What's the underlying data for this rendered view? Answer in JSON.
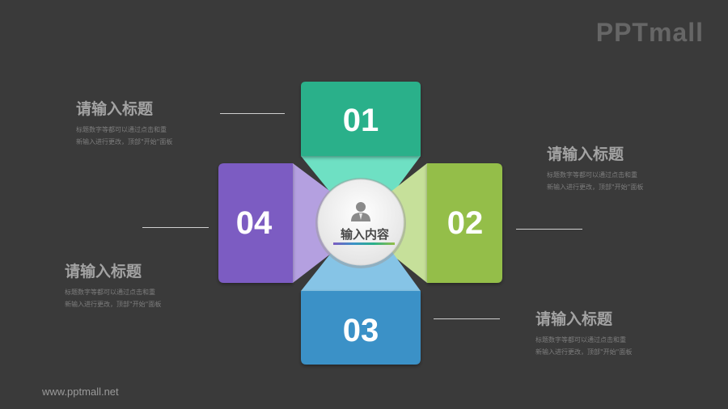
{
  "logo": "PPTmall",
  "footer_url": "www.pptmall.net",
  "center": {
    "label": "输入内容",
    "icon": "person-icon"
  },
  "segments": [
    {
      "number": "01",
      "color": "#2ab08a",
      "accent": "#6ee0c3"
    },
    {
      "number": "02",
      "color": "#94be48",
      "accent": "#c6e09a"
    },
    {
      "number": "03",
      "color": "#3b91c7",
      "accent": "#86c4e6"
    },
    {
      "number": "04",
      "color": "#7c5cc2",
      "accent": "#b4a0e0"
    }
  ],
  "text_blocks": [
    {
      "title": "请输入标题",
      "line1": "标题数字等都可以通过点击和重",
      "line2": "新输入进行更改，顶部\"开始\"面板"
    },
    {
      "title": "请输入标题",
      "line1": "标题数字等都可以通过点击和重",
      "line2": "新输入进行更改，顶部\"开始\"面板"
    },
    {
      "title": "请输入标题",
      "line1": "标题数字等都可以通过点击和重",
      "line2": "新输入进行更改，顶部\"开始\"面板"
    },
    {
      "title": "请输入标题",
      "line1": "标题数字等都可以通过点击和重",
      "line2": "新输入进行更改，顶部\"开始\"面板"
    }
  ]
}
